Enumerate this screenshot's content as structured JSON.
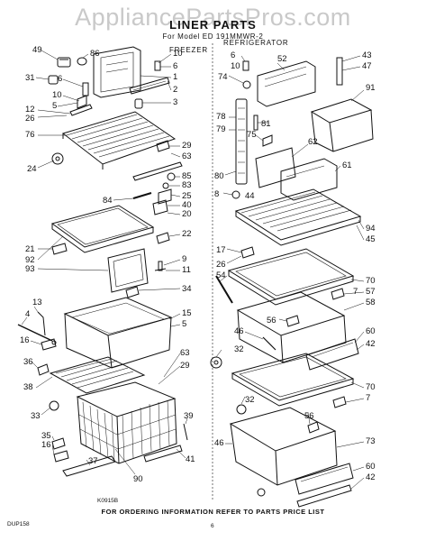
{
  "watermark": "AppliancePartsPros.com",
  "header": {
    "title": "LINER PARTS",
    "model": "For Model ED 191MMWR-2"
  },
  "sections": {
    "freezer": "FREEZER",
    "refrigerator": "REFRIGERATOR"
  },
  "footer": {
    "note": "FOR ORDERING INFORMATION REFER TO PARTS PRICE LIST",
    "code": "K0915B",
    "corner": "DUP158",
    "page": "6"
  },
  "callouts": {
    "c49": "49",
    "c86": "86",
    "c31": "31",
    "c6a": "6",
    "c10a": "10",
    "c5a": "5",
    "c10b": "10",
    "c6b": "6",
    "c1": "1",
    "c2": "2",
    "c3": "3",
    "c12": "12",
    "c26a": "26",
    "c76": "76",
    "c24": "24",
    "c29a": "29",
    "c63a": "63",
    "c85": "85",
    "c83": "83",
    "c25": "25",
    "c40": "40",
    "c20": "20",
    "c84": "84",
    "c22": "22",
    "c21": "21",
    "c92": "92",
    "c93": "93",
    "c9": "9",
    "c11": "11",
    "c34": "34",
    "c13": "13",
    "c4": "4",
    "c16a": "16",
    "c15": "15",
    "c5b": "5",
    "c63b": "63",
    "c29b": "29",
    "c36": "36",
    "c38": "38",
    "c33": "33",
    "c35": "35",
    "c16b": "16",
    "c37": "37",
    "c90": "90",
    "c39": "39",
    "c41": "41",
    "c6c": "6",
    "c10c": "10",
    "c74": "74",
    "c52": "52",
    "c43": "43",
    "c47": "47",
    "c91": "91",
    "c78": "78",
    "c79": "79",
    "c81": "81",
    "c75": "75",
    "c62": "62",
    "c80": "80",
    "c61": "61",
    "c8": "8",
    "c44": "44",
    "c94": "94",
    "c45": "45",
    "c17": "17",
    "c26b": "26",
    "c54": "54",
    "c70a": "70",
    "c57": "57",
    "c7a": "7",
    "c58": "58",
    "c56a": "56",
    "c46a": "46",
    "c60a": "60",
    "c42a": "42",
    "c32a": "32",
    "c70b": "70",
    "c7b": "7",
    "c32b": "32",
    "c56b": "56",
    "c73": "73",
    "c46b": "46",
    "c60b": "60",
    "c42b": "42"
  }
}
